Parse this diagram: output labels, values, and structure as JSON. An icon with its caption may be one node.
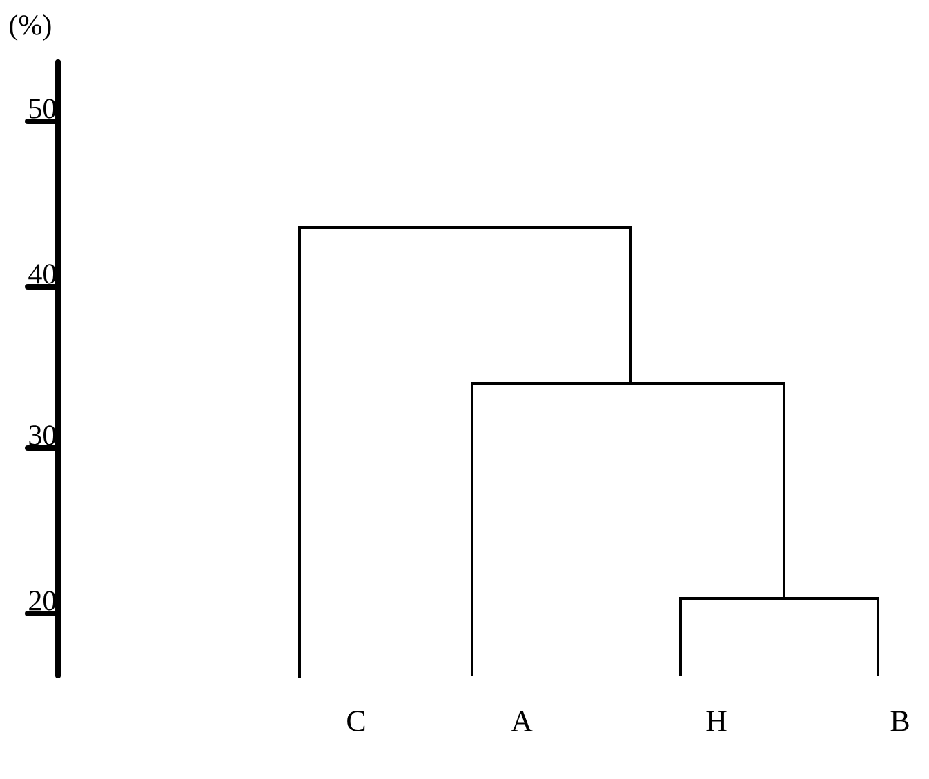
{
  "diagram": {
    "labels": [
      "(%)",
      "50",
      "40",
      "30",
      "20",
      "C",
      "A",
      "H",
      "B"
    ]
  }
}
